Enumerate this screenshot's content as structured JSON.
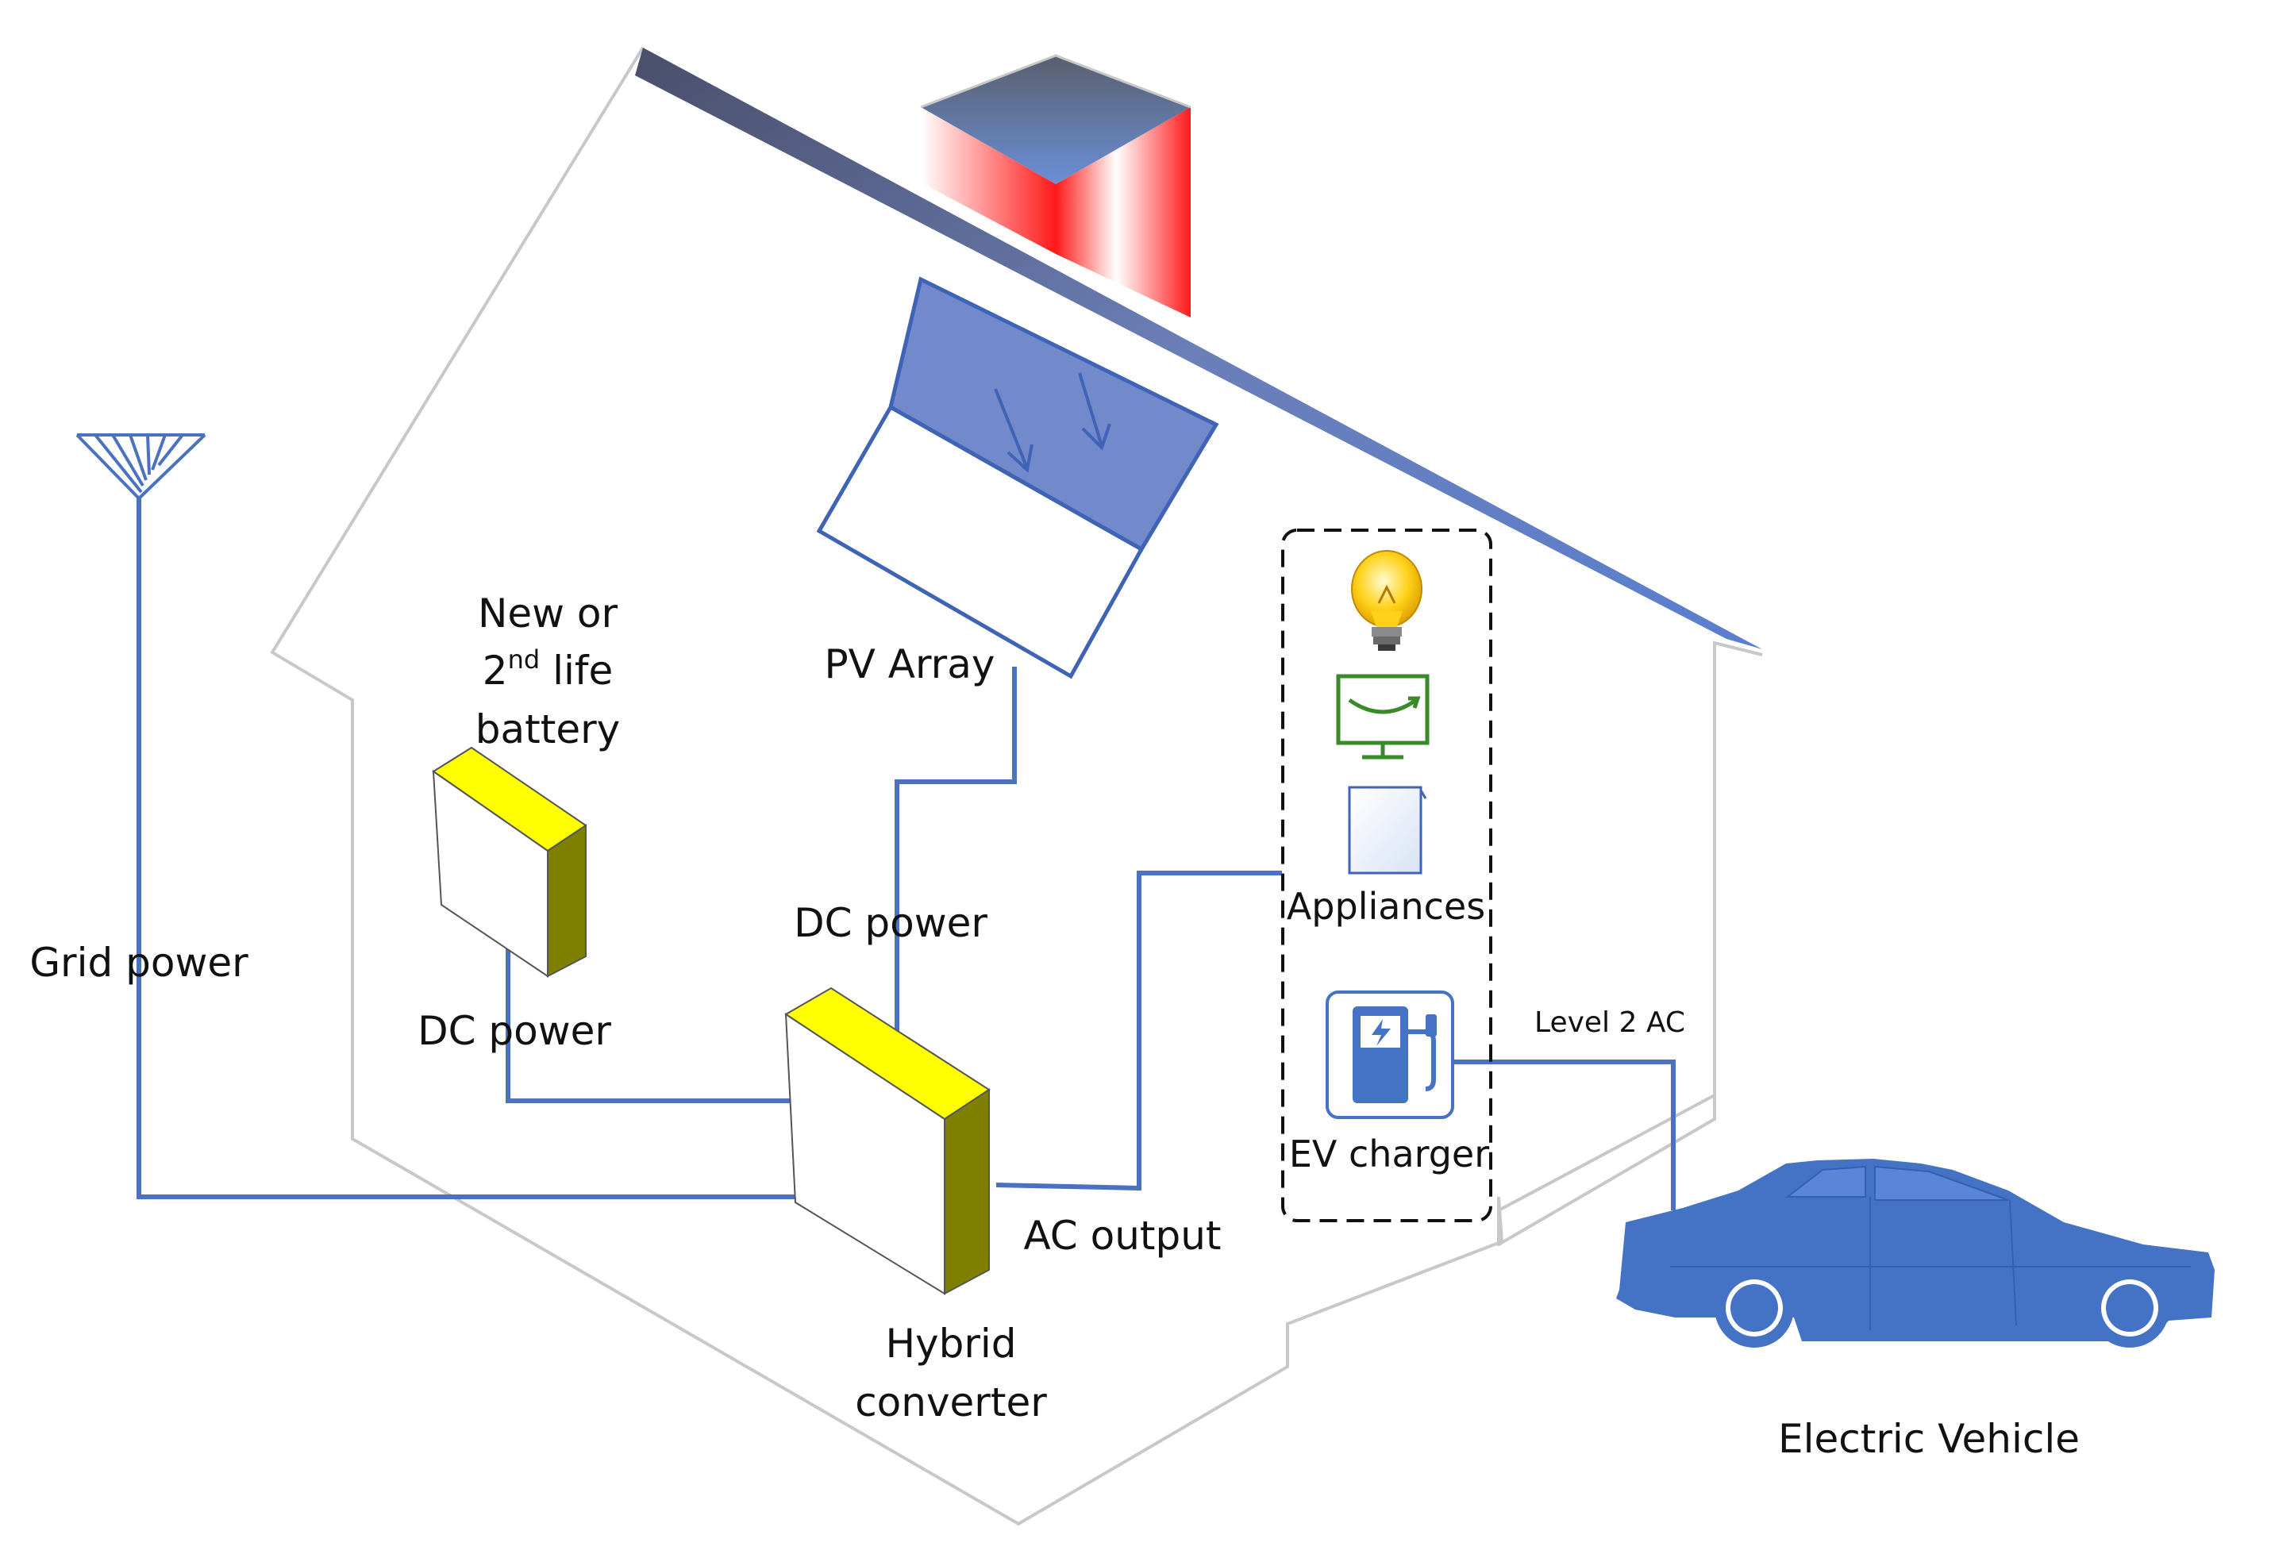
{
  "labels": {
    "battery_line1": "New or",
    "battery_line2_num": "2",
    "battery_line2_sup": "nd",
    "battery_line2_rest": " life",
    "battery_line3": "battery",
    "pv_array": "PV Array",
    "dc_power_pv": "DC power",
    "dc_power_battery": "DC power",
    "grid_power": "Grid power",
    "ac_output": "AC output",
    "hybrid_line1": "Hybrid",
    "hybrid_line2": "converter",
    "appliances": "Appliances",
    "ev_charger": "EV charger",
    "level2_ac": "Level 2 AC",
    "electric_vehicle": "Electric Vehicle"
  },
  "colors": {
    "wire": "#4a72c0",
    "house_outline": "#c8c8c8",
    "roof": "#6f8fd0",
    "battery_top": "#ffff00",
    "battery_side": "#808000",
    "chimney_red": "#ff1a1a",
    "car": "#4472c4",
    "tv_green": "#3a8a2a"
  },
  "icons": [
    "grid-antenna-icon",
    "lightbulb-icon",
    "tv-icon",
    "appliance-icon",
    "ev-charger-icon",
    "car-icon"
  ]
}
